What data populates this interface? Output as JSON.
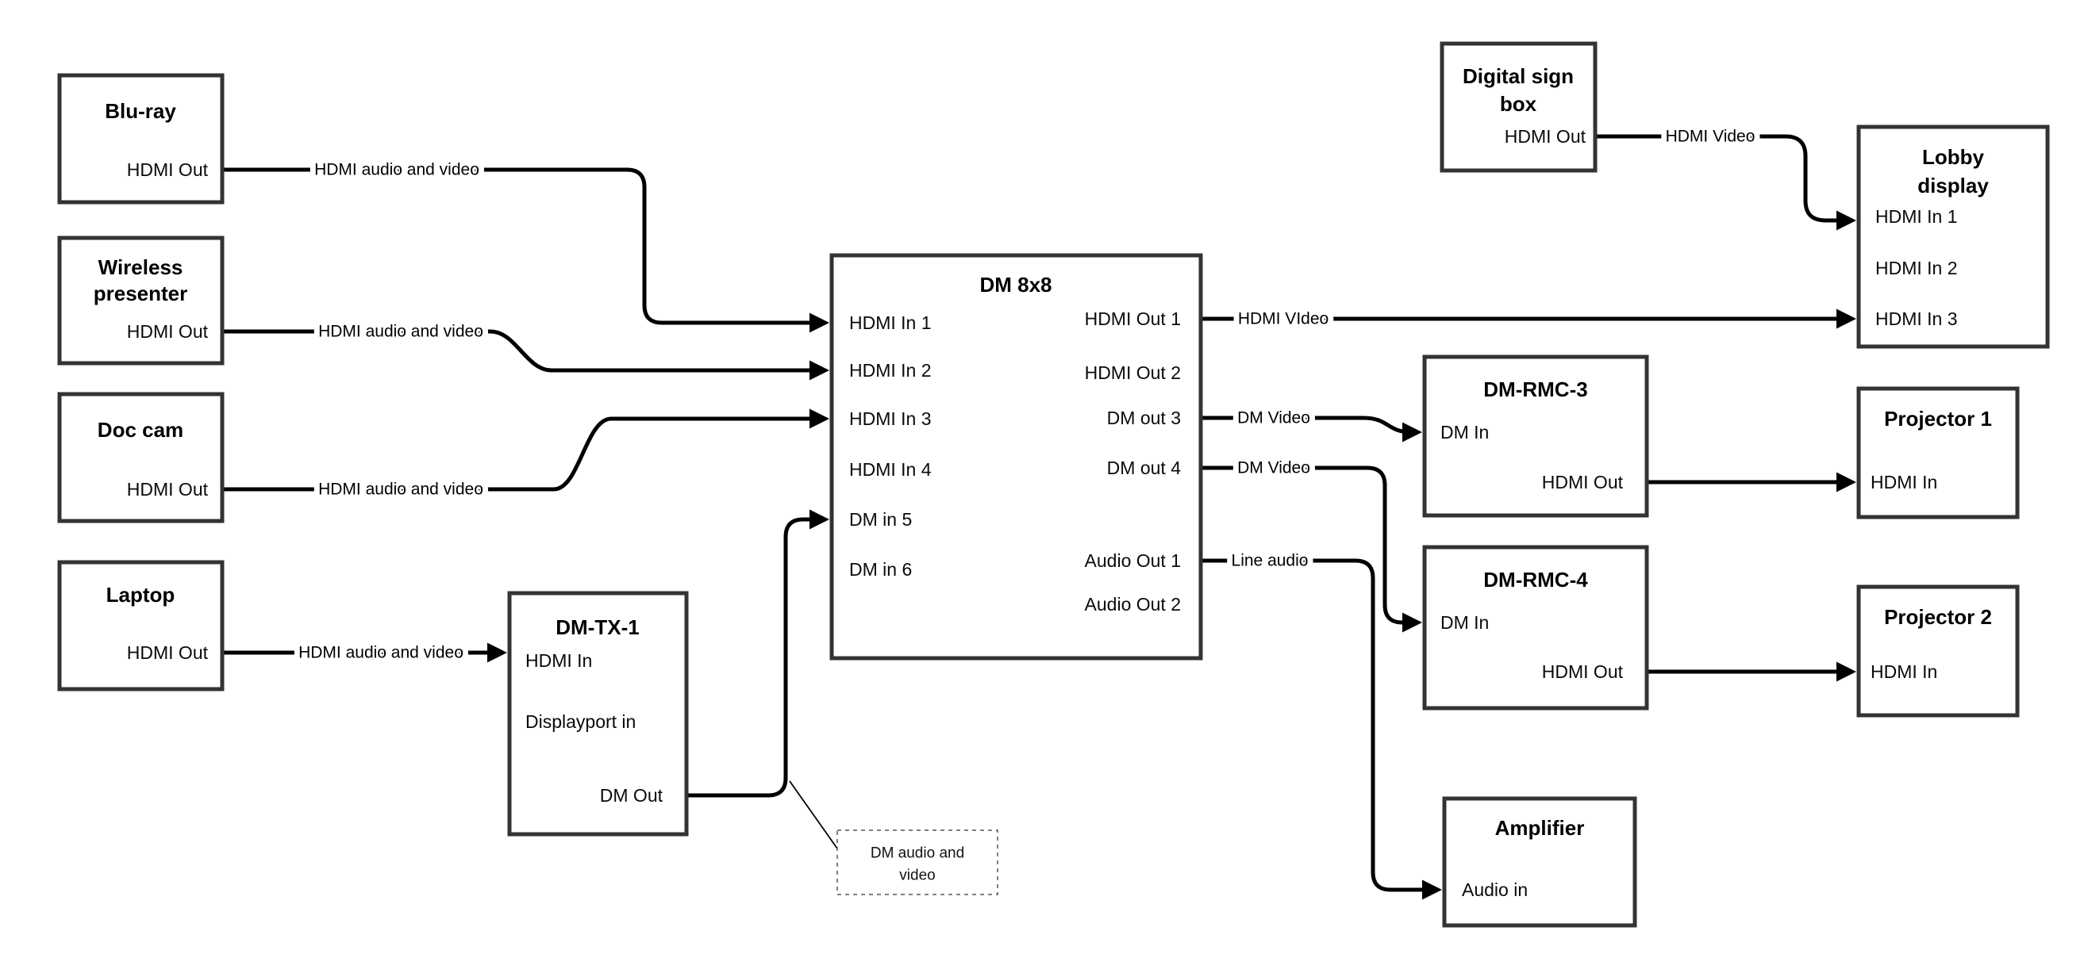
{
  "colors": {
    "background": "#ffffff",
    "box_border": "#333333",
    "connector": "#000000",
    "text": "#000000"
  },
  "nodes": {
    "bluray": {
      "title_lines": [
        "Blu-ray"
      ],
      "ports": {
        "hdmi_out": "HDMI Out"
      }
    },
    "wireless_presenter": {
      "title_lines": [
        "Wireless",
        "presenter"
      ],
      "ports": {
        "hdmi_out": "HDMI Out"
      }
    },
    "doc_cam": {
      "title_lines": [
        "Doc cam"
      ],
      "ports": {
        "hdmi_out": "HDMI Out"
      }
    },
    "laptop": {
      "title_lines": [
        "Laptop"
      ],
      "ports": {
        "hdmi_out": "HDMI Out"
      }
    },
    "dm_tx_1": {
      "title_lines": [
        "DM-TX-1"
      ],
      "ports": {
        "hdmi_in": "HDMI In",
        "displayport_in": "Displayport in",
        "dm_out": "DM Out"
      }
    },
    "dm_8x8": {
      "title_lines": [
        "DM 8x8"
      ],
      "ports_left": [
        "HDMI In 1",
        "HDMI In 2",
        "HDMI In 3",
        "HDMI In 4",
        "DM in 5",
        "DM in 6"
      ],
      "ports_right": [
        "HDMI Out 1",
        "HDMI Out 2",
        "DM out 3",
        "DM out 4",
        "Audio Out 1",
        "Audio Out 2"
      ]
    },
    "digital_sign_box": {
      "title_lines": [
        "Digital sign",
        "box"
      ],
      "ports": {
        "hdmi_out": "HDMI Out"
      }
    },
    "lobby_display": {
      "title_lines": [
        "Lobby",
        "display"
      ],
      "ports_left": [
        "HDMI In 1",
        "HDMI In 2",
        "HDMI In 3"
      ]
    },
    "dm_rmc_3": {
      "title_lines": [
        "DM-RMC-3"
      ],
      "ports": {
        "dm_in": "DM In",
        "hdmi_out": "HDMI Out"
      }
    },
    "projector_1": {
      "title_lines": [
        "Projector 1"
      ],
      "ports": {
        "hdmi_in": "HDMI In"
      }
    },
    "dm_rmc_4": {
      "title_lines": [
        "DM-RMC-4"
      ],
      "ports": {
        "dm_in": "DM In",
        "hdmi_out": "HDMI Out"
      }
    },
    "projector_2": {
      "title_lines": [
        "Projector 2"
      ],
      "ports": {
        "hdmi_in": "HDMI In"
      }
    },
    "amplifier": {
      "title_lines": [
        "Amplifier"
      ],
      "ports": {
        "audio_in": "Audio in"
      }
    }
  },
  "connections": [
    {
      "from": "Blu-ray HDMI Out",
      "to": "DM 8x8 HDMI In 1",
      "label": "HDMI audio and video"
    },
    {
      "from": "Wireless presenter HDMI Out",
      "to": "DM 8x8 HDMI In 2",
      "label": "HDMI audio and video"
    },
    {
      "from": "Doc cam HDMI Out",
      "to": "DM 8x8 HDMI In 3",
      "label": "HDMI audio and video"
    },
    {
      "from": "Laptop HDMI Out",
      "to": "DM-TX-1 HDMI In",
      "label": "HDMI audio and video"
    },
    {
      "from": "DM-TX-1 DM Out",
      "to": "DM 8x8 DM in 5",
      "label": ""
    },
    {
      "from": "DM 8x8 HDMI Out 1",
      "to": "Lobby display HDMI In 3",
      "label": "HDMI VIdeo"
    },
    {
      "from": "Digital sign box HDMI Out",
      "to": "Lobby display HDMI In 1",
      "label": "HDMI Video"
    },
    {
      "from": "DM 8x8 DM out 3",
      "to": "DM-RMC-3 DM In",
      "label": "DM Video"
    },
    {
      "from": "DM 8x8 DM out 4",
      "to": "DM-RMC-4 DM In",
      "label": "DM Video"
    },
    {
      "from": "DM 8x8 Audio Out 1",
      "to": "Amplifier Audio in",
      "label": "Line audio"
    },
    {
      "from": "DM-RMC-3 HDMI Out",
      "to": "Projector 1 HDMI In",
      "label": ""
    },
    {
      "from": "DM-RMC-4 HDMI Out",
      "to": "Projector 2 HDMI In",
      "label": ""
    }
  ],
  "callout": {
    "text_lines": [
      "DM audio and",
      "video"
    ]
  }
}
